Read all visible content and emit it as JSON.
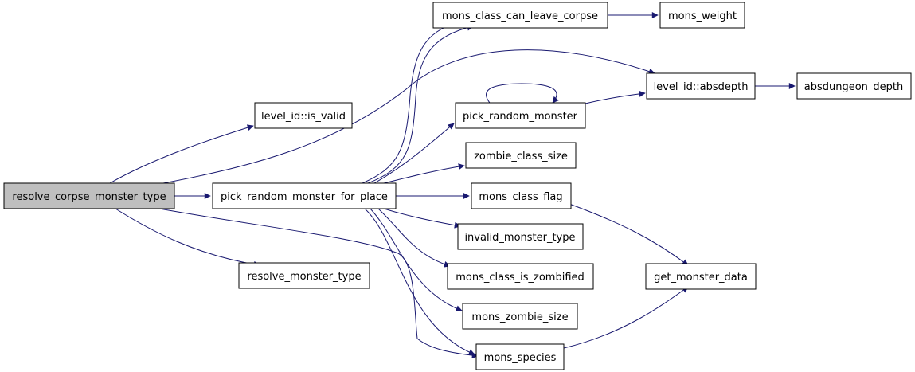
{
  "nodes": {
    "resolve_corpse_monster_type": "resolve_corpse_monster_type",
    "level_id_is_valid": "level_id::is_valid",
    "pick_random_monster_for_place": "pick_random_monster_for_place",
    "resolve_monster_type": "resolve_monster_type",
    "mons_class_can_leave_corpse": "mons_class_can_leave_corpse",
    "mons_weight": "mons_weight",
    "level_id_absdepth": "level_id::absdepth",
    "absdungeon_depth": "absdungeon_depth",
    "pick_random_monster": "pick_random_monster",
    "zombie_class_size": "zombie_class_size",
    "mons_class_flag": "mons_class_flag",
    "invalid_monster_type": "invalid_monster_type",
    "mons_class_is_zombified": "mons_class_is_zombified",
    "mons_zombie_size": "mons_zombie_size",
    "mons_species": "mons_species",
    "get_monster_data": "get_monster_data"
  },
  "edges": [
    [
      "resolve_corpse_monster_type",
      "level_id_is_valid"
    ],
    [
      "resolve_corpse_monster_type",
      "pick_random_monster_for_place"
    ],
    [
      "resolve_corpse_monster_type",
      "resolve_monster_type"
    ],
    [
      "resolve_corpse_monster_type",
      "level_id_absdepth"
    ],
    [
      "resolve_corpse_monster_type",
      "mons_species"
    ],
    [
      "pick_random_monster_for_place",
      "mons_class_can_leave_corpse"
    ],
    [
      "pick_random_monster_for_place",
      "pick_random_monster"
    ],
    [
      "pick_random_monster_for_place",
      "zombie_class_size"
    ],
    [
      "pick_random_monster_for_place",
      "mons_class_flag"
    ],
    [
      "pick_random_monster_for_place",
      "invalid_monster_type"
    ],
    [
      "pick_random_monster_for_place",
      "mons_class_is_zombified"
    ],
    [
      "pick_random_monster_for_place",
      "mons_zombie_size"
    ],
    [
      "pick_random_monster_for_place",
      "mons_species"
    ],
    [
      "mons_class_can_leave_corpse",
      "mons_weight"
    ],
    [
      "pick_random_monster",
      "pick_random_monster"
    ],
    [
      "pick_random_monster",
      "level_id_absdepth"
    ],
    [
      "level_id_absdepth",
      "absdungeon_depth"
    ],
    [
      "mons_class_flag",
      "get_monster_data"
    ],
    [
      "mons_species",
      "get_monster_data"
    ]
  ]
}
